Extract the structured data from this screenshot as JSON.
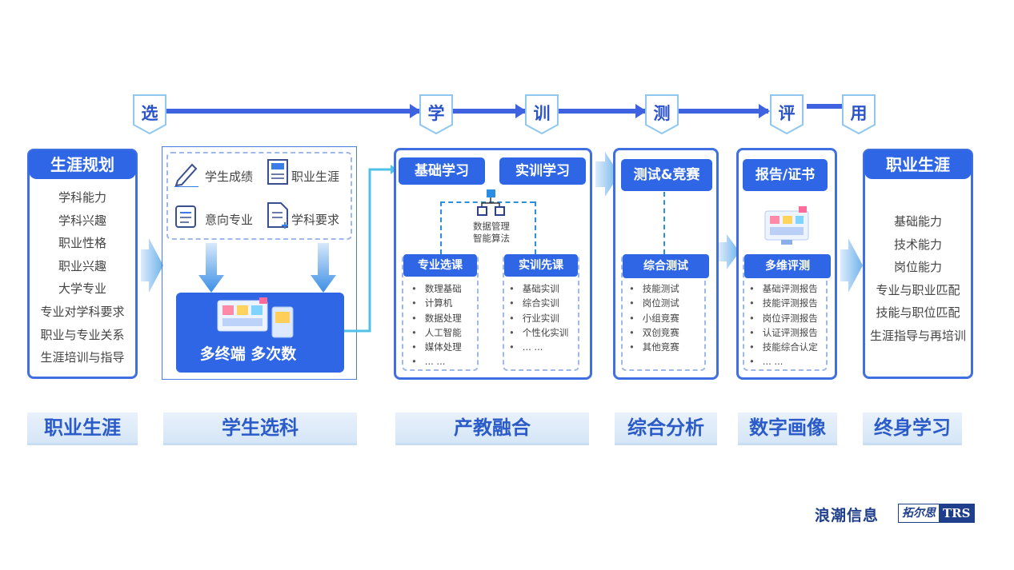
{
  "flow": {
    "steps": [
      "选",
      "学",
      "训",
      "测",
      "评",
      "用"
    ]
  },
  "col1": {
    "title": "生涯规划",
    "items": [
      "学科能力",
      "学科兴趣",
      "职业性格",
      "职业兴趣",
      "大学专业",
      "专业对学科要求",
      "职业与专业关系",
      "生涯培训与指导"
    ]
  },
  "col2": {
    "icons": [
      {
        "label": "学生成绩",
        "icon": "pencil-icon"
      },
      {
        "label": "职业生涯",
        "icon": "certificate-icon"
      },
      {
        "label": "意向专业",
        "icon": "scroll-icon"
      },
      {
        "label": "学科要求",
        "icon": "document-add-icon"
      }
    ],
    "device_label": "多终端 多次数"
  },
  "col3": {
    "pill_a": "基础学习",
    "pill_b": "实训学习",
    "center_line1": "数据管理",
    "center_line2": "智能算法",
    "sub_a": {
      "title": "专业选课",
      "items": [
        "数理基础",
        "计算机",
        "数据处理",
        "人工智能",
        "媒体处理",
        "... ..."
      ]
    },
    "sub_b": {
      "title": "实训先课",
      "items": [
        "基础实训",
        "综合实训",
        "行业实训",
        "个性化实训",
        "... ..."
      ]
    }
  },
  "col4": {
    "pill": "测试&竞赛",
    "sub_title": "综合测试",
    "items": [
      "技能测试",
      "岗位测试",
      "小组竞赛",
      "双创竞赛",
      "其他竞赛"
    ]
  },
  "col5": {
    "pill": "报告/证书",
    "sub_title": "多维评测",
    "items": [
      "基础评测报告",
      "技能评测报告",
      "岗位评测报告",
      "认证评测报告",
      "技能综合认定",
      "... ..."
    ]
  },
  "col6": {
    "title": "职业生涯",
    "items": [
      "基础能力",
      "技术能力",
      "岗位能力",
      "专业与职业匹配",
      "技能与职位匹配",
      "生涯指导与再培训"
    ]
  },
  "bottom_labels": [
    "职业生涯",
    "学生选科",
    "产教融合",
    "综合分析",
    "数字画像",
    "终身学习"
  ],
  "logos": {
    "inspur": "浪潮信息",
    "trs_cn": "拓尔思",
    "trs": "TRS"
  },
  "colors": {
    "primary": "#2e66e6",
    "border": "#3f6fe0",
    "dashed": "#9fb9ea",
    "bottom_text": "#2a5bc9",
    "connector": "#2c90d8"
  }
}
